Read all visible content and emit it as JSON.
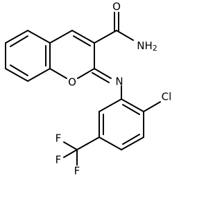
{
  "structure": {
    "atoms": {
      "carbonyl_oxygen": "O",
      "amide_nitrogen": "NH2",
      "ring_oxygen": "O",
      "imine_nitrogen": "N",
      "chlorine": "Cl",
      "fluorine_top": "F",
      "fluorine_left": "F",
      "fluorine_bottom": "F"
    },
    "colors": {
      "bond": "#000000",
      "label": "#000000",
      "background": "#ffffff"
    }
  }
}
